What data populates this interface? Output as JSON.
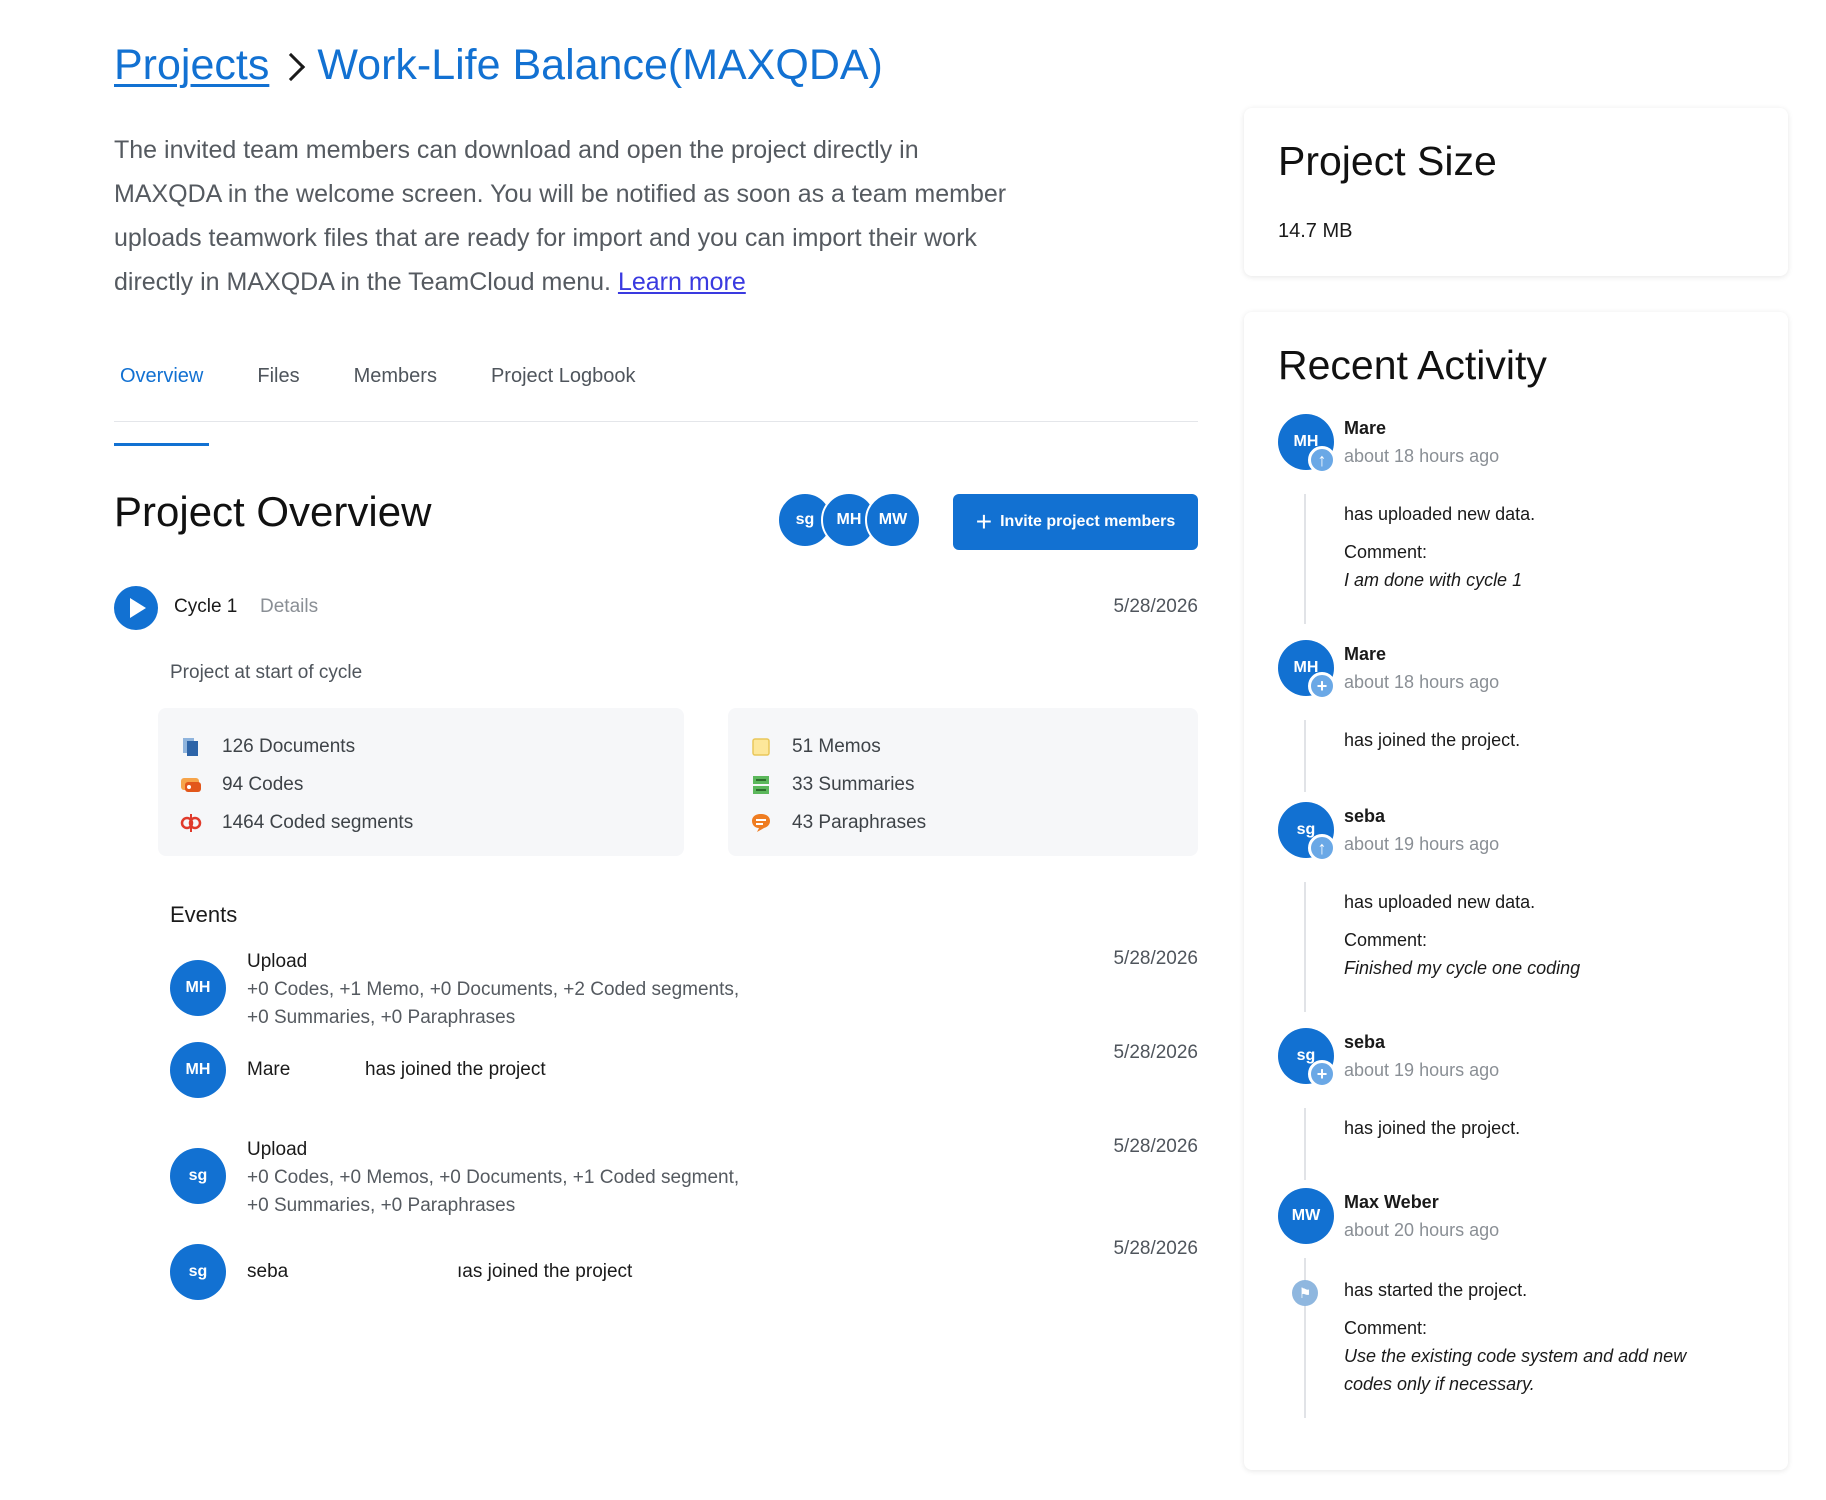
{
  "breadcrumb": {
    "root": "Projects",
    "current": "Work-Life Balance(MAXQDA)"
  },
  "intro": {
    "text": "The invited team members can download and open the project directly in MAXQDA in the welcome screen. You will be notified as soon as a team member uploads teamwork files that are ready for import and you can import their work directly in MAXQDA in the TeamCloud menu. ",
    "link": "Learn more"
  },
  "tabs": [
    {
      "label": "Overview",
      "active": true
    },
    {
      "label": "Files"
    },
    {
      "label": "Members"
    },
    {
      "label": "Project Logbook"
    }
  ],
  "overview": {
    "title": "Project Overview",
    "avatars": [
      "sg",
      "MH",
      "MW"
    ],
    "invite_label": "Invite project members"
  },
  "cycle": {
    "label": "Cycle 1",
    "details": "Details",
    "date": "5/28/2026",
    "start_label": "Project at start of cycle"
  },
  "stats": {
    "left": [
      {
        "icon": "documents-icon",
        "text": "126 Documents"
      },
      {
        "icon": "codes-icon",
        "text": "94 Codes"
      },
      {
        "icon": "coded-segments-icon",
        "text": "1464 Coded segments"
      }
    ],
    "right": [
      {
        "icon": "memos-icon",
        "text": "51 Memos"
      },
      {
        "icon": "summaries-icon",
        "text": "33 Summaries"
      },
      {
        "icon": "paraphrases-icon",
        "text": "43 Paraphrases"
      }
    ]
  },
  "events": {
    "title": "Events",
    "items": [
      {
        "avatar": "MH",
        "head": "Upload",
        "detail1": "+0 Codes, +1 Memo, +0 Documents, +2 Coded segments,",
        "detail2": "+0 Summaries, +0 Paraphrases",
        "date": "5/28/2026"
      },
      {
        "avatar": "MH",
        "name": "Mare",
        "action": "has joined the project",
        "date": "5/28/2026"
      },
      {
        "avatar": "sg",
        "head": "Upload",
        "detail1": "+0 Codes, +0 Memos, +0 Documents, +1 Coded segment,",
        "detail2": "+0 Summaries, +0 Paraphrases",
        "date": "5/28/2026"
      },
      {
        "avatar": "sg",
        "name": "seba",
        "action": "ıas joined the project",
        "date": "5/28/2026"
      }
    ]
  },
  "project_size": {
    "title": "Project Size",
    "value": "14.7 MB"
  },
  "activity": {
    "title": "Recent Activity",
    "items": [
      {
        "avatar": "MH",
        "badge": "upload-icon",
        "name": "Mare",
        "time": "about 18 hours ago",
        "text": "has uploaded new data.",
        "comment_label": "Comment:",
        "comment": "I am done with cycle 1"
      },
      {
        "avatar": "MH",
        "badge": "plus-icon",
        "name": "Mare",
        "time": "about 18 hours ago",
        "text": "has joined the project."
      },
      {
        "avatar": "sg",
        "badge": "upload-icon",
        "name": "seba",
        "time": "about 19 hours ago",
        "text": "has uploaded new data.",
        "comment_label": "Comment:",
        "comment": "Finished my cycle one coding"
      },
      {
        "avatar": "sg",
        "badge": "plus-icon",
        "name": "seba",
        "time": "about 19 hours ago",
        "text": "has joined the project."
      },
      {
        "avatar": "MW",
        "name": "Max Weber",
        "time": "about 20 hours ago",
        "text": "has started the project.",
        "comment_label": "Comment:",
        "comment1": "Use the existing code system and add new",
        "comment2": "codes only if necessary."
      }
    ]
  },
  "colors": {
    "accent": "#1271d2",
    "badge": "#6aa8e6",
    "muted": "#8a8f95"
  }
}
